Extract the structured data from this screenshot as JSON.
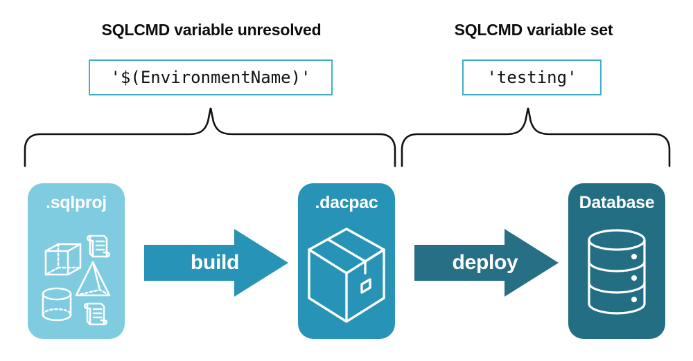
{
  "headings": {
    "left": "SQLCMD variable unresolved",
    "right": "SQLCMD variable set"
  },
  "code_boxes": {
    "left_value": "'$(EnvironmentName)'",
    "right_value": "'testing'"
  },
  "stages": [
    {
      "title": ".sqlproj",
      "icon": "project-assets-icon",
      "color": "#7FCBE0"
    },
    {
      "title": ".dacpac",
      "icon": "package-box-icon",
      "color": "#2793B6"
    },
    {
      "title": "Database",
      "icon": "database-cylinder-icon",
      "color": "#246E83"
    }
  ],
  "arrows": [
    {
      "label": "build",
      "color": "#2793B6"
    },
    {
      "label": "deploy",
      "color": "#266F84"
    }
  ],
  "braces": {
    "left_span_label": "build-scope-brace",
    "right_span_label": "deploy-scope-brace",
    "color": "#111111"
  },
  "accent_color": "#3FAECB",
  "background_color": "#ffffff"
}
